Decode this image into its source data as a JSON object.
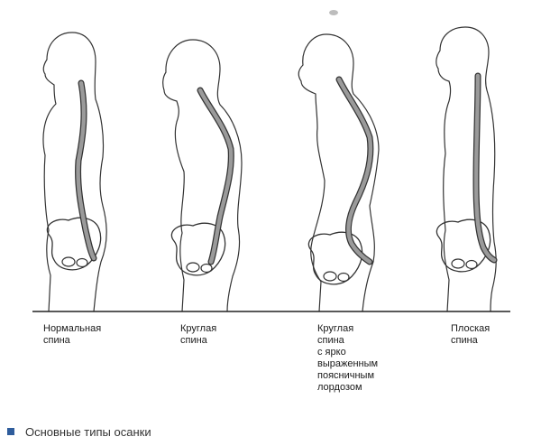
{
  "figure": {
    "labels": [
      "Нормальная\nспина",
      "Круглая\nспина",
      "Круглая\nспина\nс ярко\nвыраженным\nпоясничным\nлордозом",
      "Плоская\nспина"
    ],
    "caption": "Основные типы осанки"
  },
  "colors": {
    "outline": "#333333",
    "spine_fill": "#9a9a9a",
    "caption_square": "#2f5d9c",
    "text": "#1a1a1a"
  },
  "icons": {
    "caption_marker": "square"
  }
}
